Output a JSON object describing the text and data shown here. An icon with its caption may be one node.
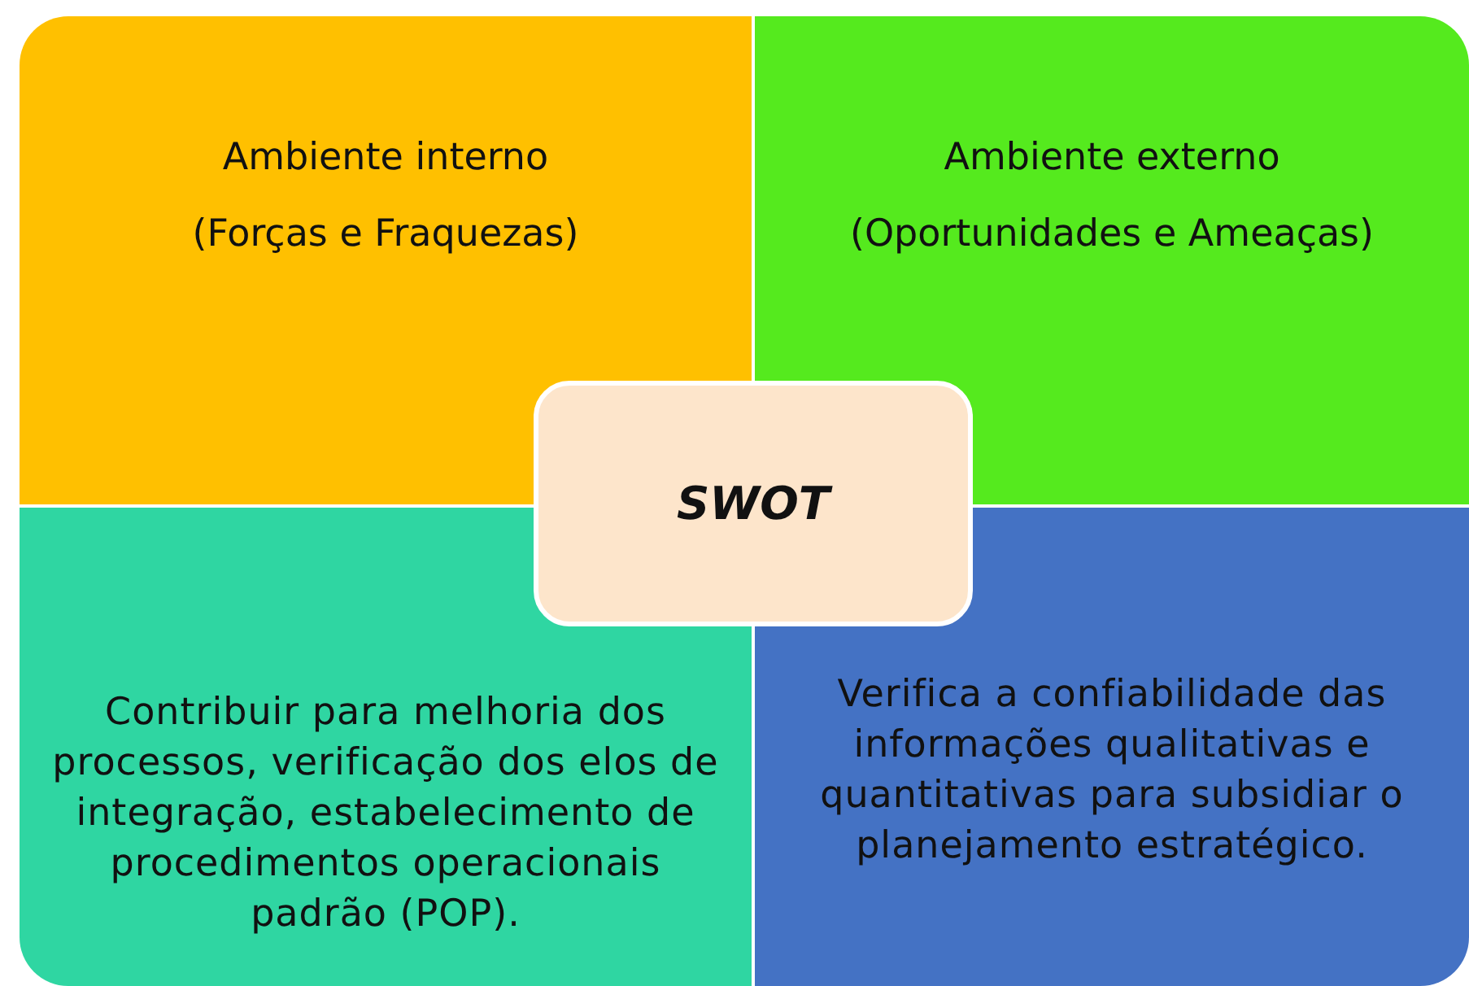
{
  "diagram": {
    "nodes": [
      {
        "text": [
          "Ambiente interno",
          "(Forças e Fraquezas)"
        ]
      },
      {
        "text": [
          "Ambiente externo",
          "(Oportunidades e Ameaças)"
        ]
      },
      {
        "text": [
          "Contribuir para melhoria dos processos, verificação dos elos de integração, estabelecimento de procedimentos operacionais padrão (POP)."
        ]
      },
      {
        "text": [
          "Verifica a confiabilidade das informações qualitativas e quantitativas para subsidiar o planejamento estratégico."
        ]
      },
      {
        "text": [
          "SWOT"
        ]
      }
    ]
  }
}
